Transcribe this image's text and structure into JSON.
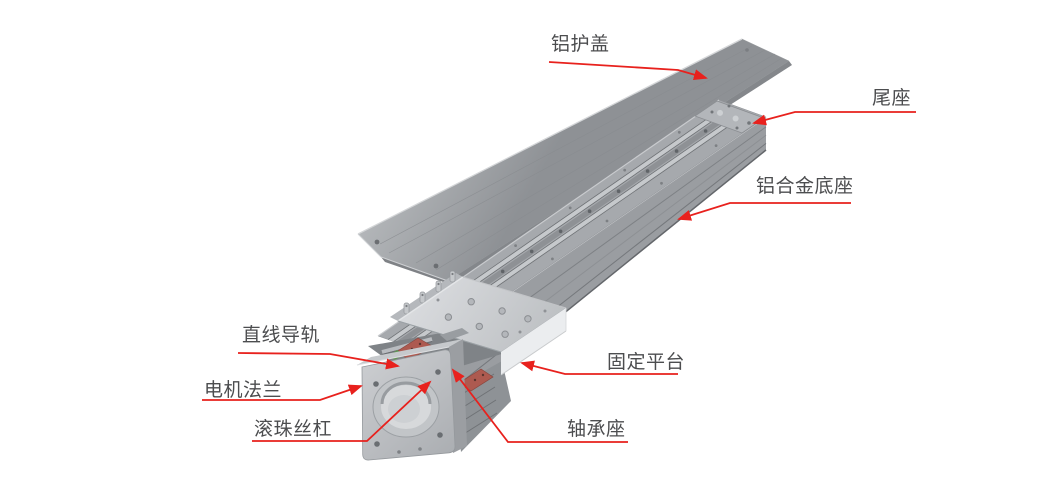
{
  "callouts": [
    {
      "id": "aluminum-cover",
      "text": "铝护盖"
    },
    {
      "id": "tail-seat",
      "text": "尾座"
    },
    {
      "id": "aluminum-alloy-base",
      "text": "铝合金底座"
    },
    {
      "id": "linear-guide-rail",
      "text": "直线导轨"
    },
    {
      "id": "motor-flange",
      "text": "电机法兰"
    },
    {
      "id": "ball-screw",
      "text": "滚珠丝杠"
    },
    {
      "id": "fixed-platform",
      "text": "固定平台"
    },
    {
      "id": "bearing-seat",
      "text": "轴承座"
    }
  ],
  "colors": {
    "leader_arrow": "#e8211d",
    "label_text": "#4c4d4f",
    "background": "#ffffff",
    "guide_block_red": "#ad5a50",
    "seal_green": "#619555"
  }
}
